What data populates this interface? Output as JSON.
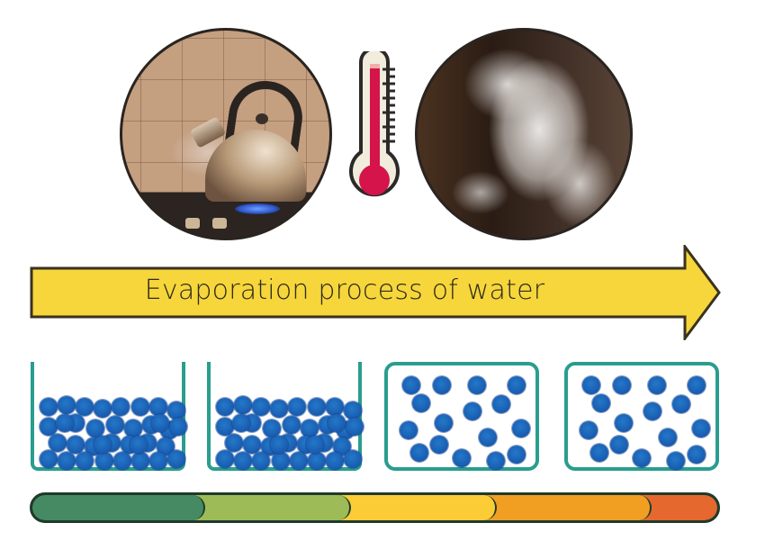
{
  "title": "Evaporation process of water",
  "illustrations": {
    "left_photo": "kettle-on-gas-stove",
    "middle_icon": "thermometer-icon",
    "right_photo": "rising-steam"
  },
  "thermometer": {
    "fill_color": "#d4144a",
    "body_color": "#f1ecdc",
    "outline_color": "#2c2a28",
    "tick_count": 13
  },
  "arrow": {
    "label": "Evaporation process of water",
    "fill_color": "#f6d63a",
    "outline_color": "#3a3220"
  },
  "containers": [
    {
      "state": "liquid",
      "shape": "open-beaker",
      "particle_arrangement": "closely-packed"
    },
    {
      "state": "liquid",
      "shape": "open-beaker",
      "particle_arrangement": "closely-packed"
    },
    {
      "state": "gas",
      "shape": "sealed-box",
      "particle_arrangement": "spread-out",
      "particle_count": 16
    },
    {
      "state": "gas",
      "shape": "sealed-box",
      "particle_arrangement": "spread-out",
      "particle_count": 16
    }
  ],
  "colors": {
    "container_outline": "#2a9d8f",
    "particle": "#1a5fb4"
  },
  "temperature_scale": {
    "segments": [
      {
        "color": "#458a62",
        "width": 190
      },
      {
        "color": "#9dbb56",
        "width": 160
      },
      {
        "color": "#fbcc36",
        "width": 160
      },
      {
        "color": "#f19f22",
        "width": 170
      },
      {
        "color": "#e5682e",
        "width": 130
      }
    ],
    "outline_color": "#1f3a2a"
  }
}
